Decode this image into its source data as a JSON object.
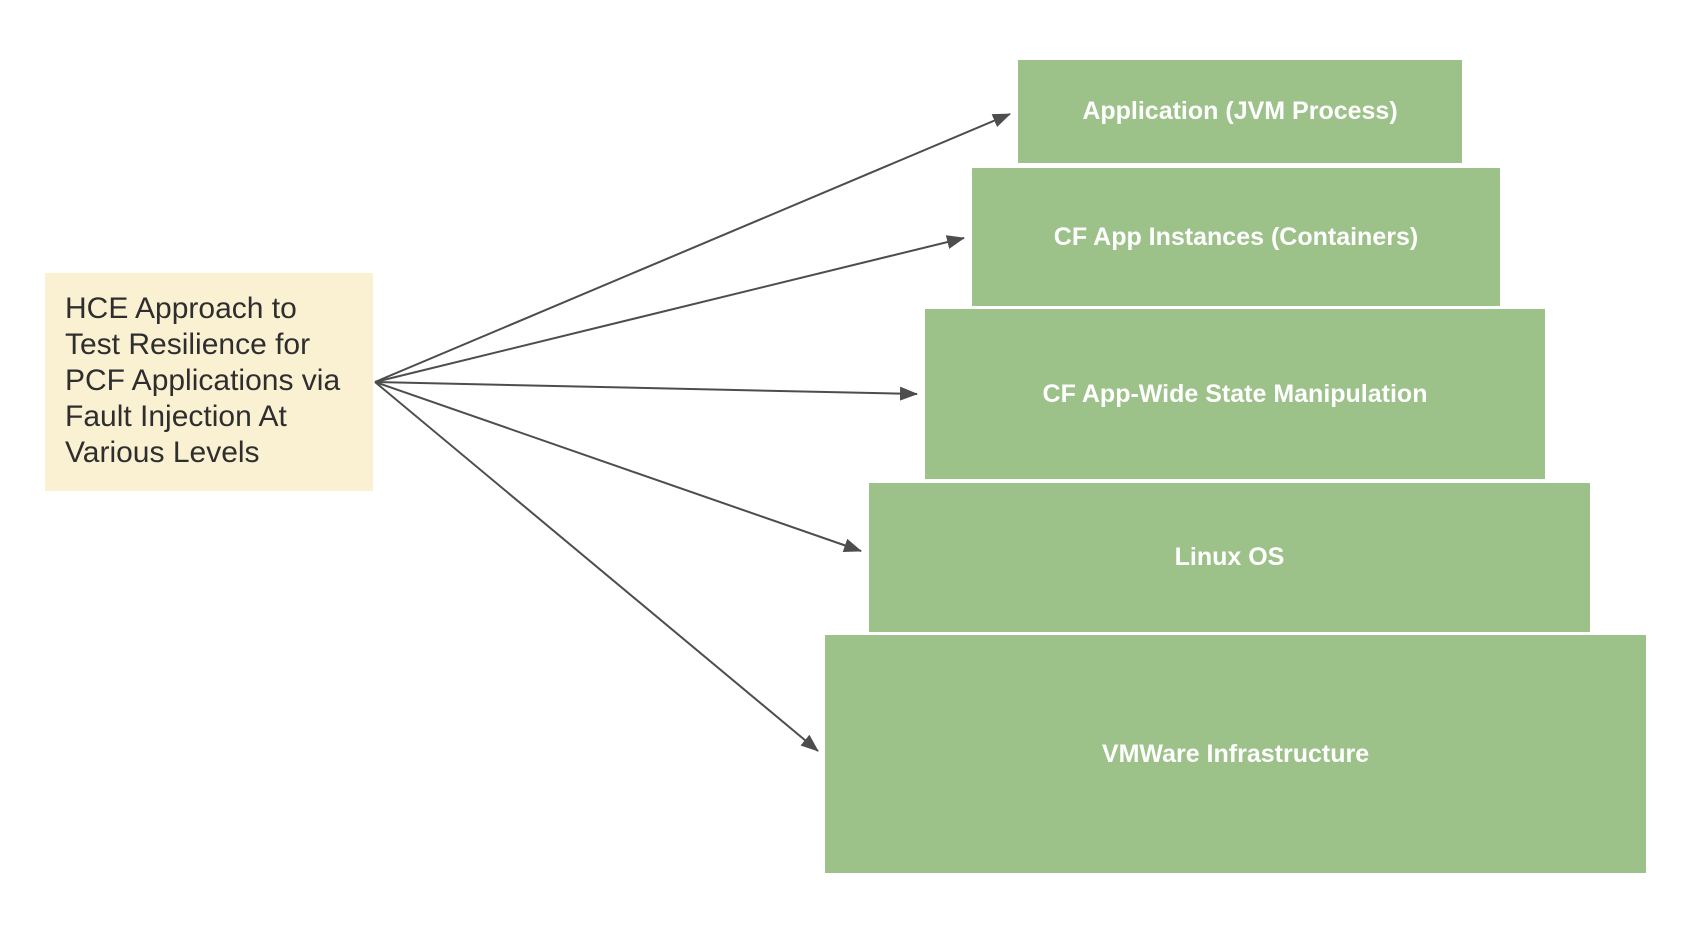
{
  "colors": {
    "level_fill": "#9CC189",
    "source_fill": "#FAF0D2",
    "arrow": "#4D4D4D",
    "level_text": "#FFFFFF",
    "source_text": "#2E2E2E",
    "background": "#FFFFFF"
  },
  "source_box": {
    "text": "HCE Approach to Test Resilience for PCF Applications via Fault Injection At Various Levels",
    "lines": [
      "HCE Approach to",
      "Test Resilience for",
      "PCF Applications via",
      "Fault Injection At",
      "Various Levels"
    ]
  },
  "levels": [
    {
      "label": "Application (JVM Process)"
    },
    {
      "label": "CF App Instances (Containers)"
    },
    {
      "label": "CF App-Wide State Manipulation"
    },
    {
      "label": "Linux OS"
    },
    {
      "label": "VMWare Infrastructure"
    }
  ]
}
